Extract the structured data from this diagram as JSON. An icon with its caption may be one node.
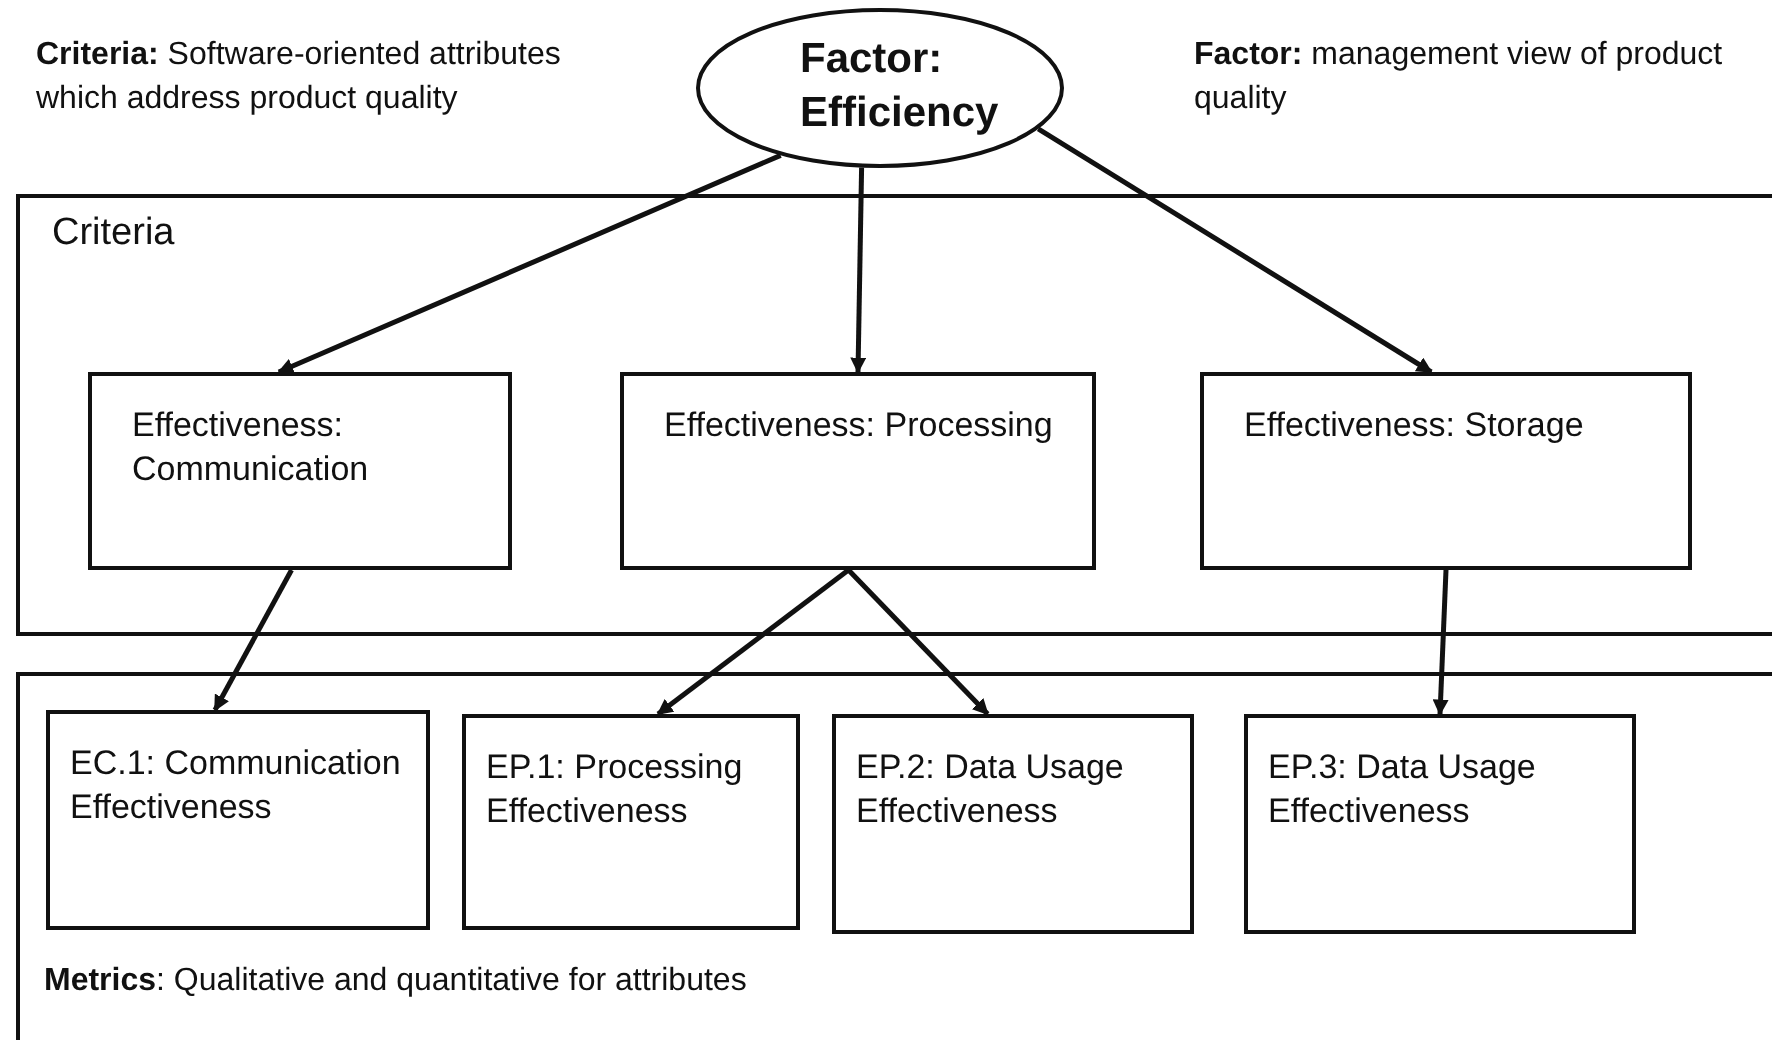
{
  "diagram": {
    "nodes": [
      {
        "text": [
          "Factor: Efficiency"
        ]
      },
      {
        "text": [
          "Criteria"
        ]
      },
      {
        "text": [
          "Effectiveness: Communication"
        ],
        "in": 1
      },
      {
        "text": [
          "Effectiveness: Processing"
        ],
        "in": 1
      },
      {
        "text": [
          "Effectiveness: Storage"
        ],
        "in": 1
      },
      {
        "text": [
          "**Metrics**:  Qualitative and quantitative for attributes"
        ]
      },
      {
        "text": [
          "EC.1: Communication Effectiveness"
        ],
        "in": 5
      },
      {
        "text": [
          "EP.1: Processing Effectiveness"
        ],
        "in": 5
      },
      {
        "text": [
          "EP.2: Data Usage Effectiveness"
        ],
        "in": 5
      },
      {
        "text": [
          "EP.3: Data Usage Effectiveness"
        ],
        "in": 5
      }
    ],
    "edges": [
      {
        "from": 0,
        "to": 2,
        "arrow": "to"
      },
      {
        "from": 0,
        "to": 3,
        "arrow": "to"
      },
      {
        "from": 0,
        "to": 4,
        "arrow": "to"
      },
      {
        "from": 2,
        "to": 6,
        "arrow": "to"
      },
      {
        "from": 3,
        "to": 7,
        "arrow": "to"
      },
      {
        "from": 3,
        "to": 8,
        "arrow": "to"
      },
      {
        "from": 4,
        "to": 9,
        "arrow": "to"
      }
    ],
    "labels": [
      "**Criteria:** Software-oriented attributes which address product quality",
      "**Factor:** management view of product quality"
    ]
  }
}
